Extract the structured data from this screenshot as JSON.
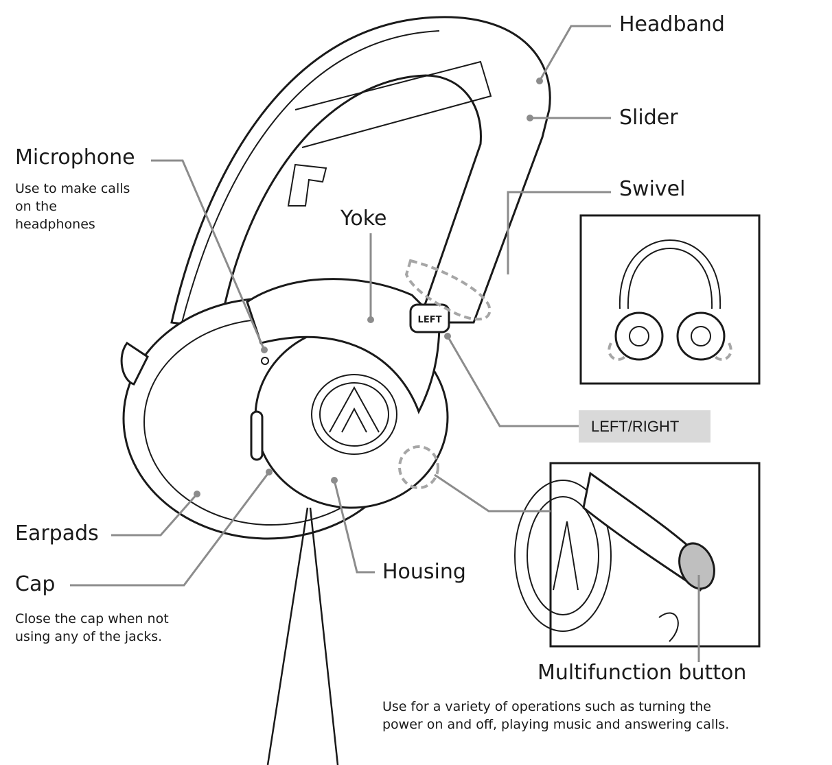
{
  "labels": {
    "headband": "Headband",
    "slider": "Slider",
    "microphone": "Microphone",
    "microphone_desc": "Use to make calls\non the\nheadphones",
    "swivel": "Swivel",
    "yoke": "Yoke",
    "left_right": "LEFT/RIGHT",
    "earpads": "Earpads",
    "cap": "Cap",
    "cap_desc": "Close the cap when not\nusing any of the jacks.",
    "housing": "Housing",
    "multifunction": "Multifunction button",
    "multifunction_desc": "Use for a variety of operations such as turning the\npower on and off, playing music and answering calls.",
    "badge": "LEFT"
  },
  "icons": [
    "headphones-illustration",
    "swivel-inset",
    "button-closeup-inset",
    "logo-mark"
  ],
  "colors": {
    "leader": "#8c8c8c",
    "outline": "#1a1a1a",
    "tag_bg": "#d9d9d9"
  }
}
